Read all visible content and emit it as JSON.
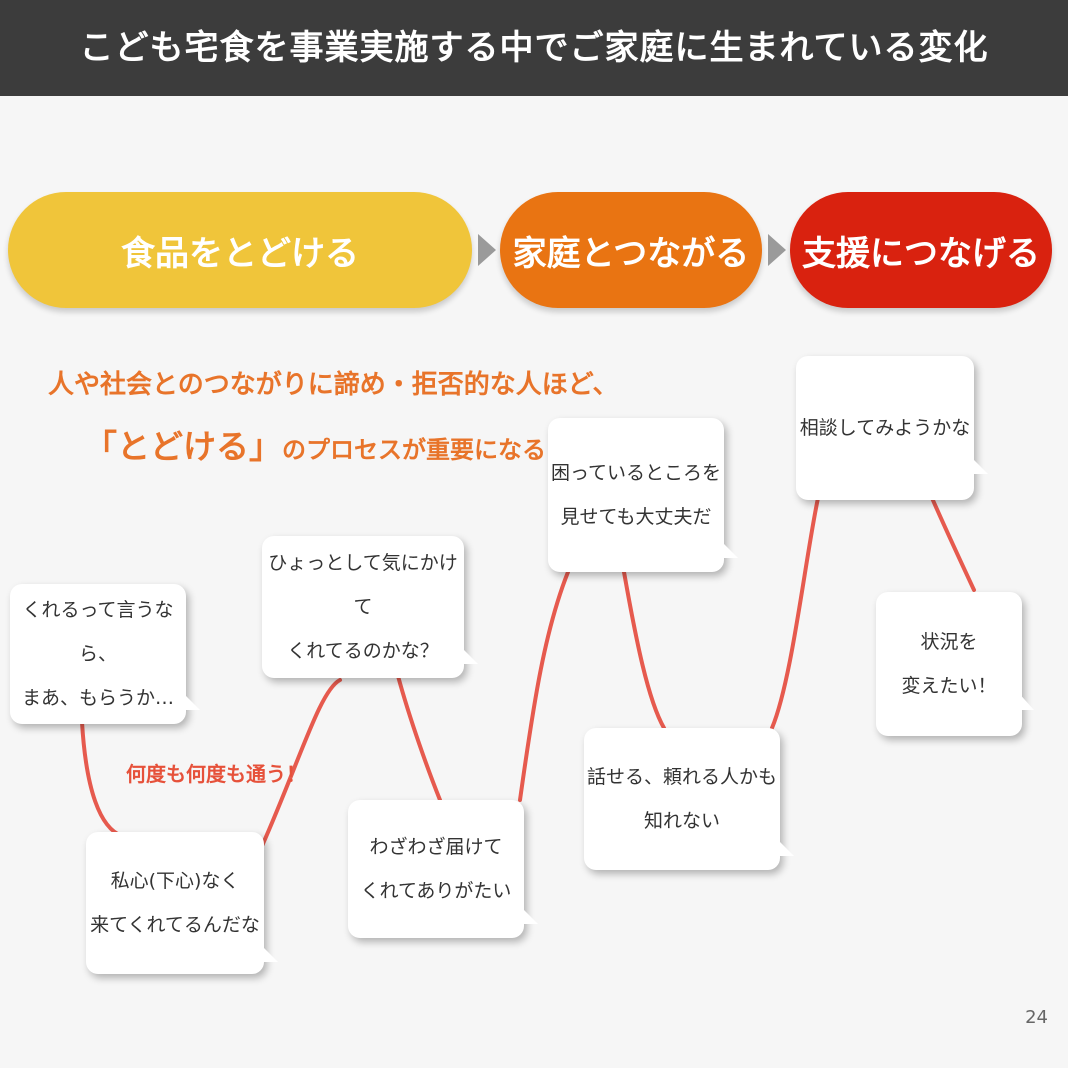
{
  "header": {
    "title": "こども宅食を事業実施する中でご家庭に生まれている変化"
  },
  "stages": [
    {
      "label": "食品をとどける",
      "color": "#f0c53a"
    },
    {
      "label": "家庭とつながる",
      "color": "#e97412"
    },
    {
      "label": "支援につなげる",
      "color": "#d9220f"
    }
  ],
  "lead": {
    "line1": "人や社会とのつながりに諦め・拒否的な人ほど、",
    "line2_strong": "「とどける」",
    "line2_rest": "のプロセスが重要になる"
  },
  "note": "何度も何度も通う！",
  "bubbles": [
    {
      "line1": "くれるって言うなら、",
      "line2": "まあ、もらうか…"
    },
    {
      "line1": "私心(下心)なく",
      "line2": "来てくれてるんだな"
    },
    {
      "line1": "ひょっとして気にかけて",
      "line2": "くれてるのかな？"
    },
    {
      "line1": "わざわざ届けて",
      "line2": "くれてありがたい"
    },
    {
      "line1": "困っているところを",
      "line2": "見せても大丈夫だ"
    },
    {
      "line1": "話せる、頼れる人かも",
      "line2": "知れない"
    },
    {
      "line1": "相談してみようかな",
      "line2": ""
    },
    {
      "line1": "状況を",
      "line2": "変えたい！"
    }
  ],
  "page_number": "24",
  "colors": {
    "wave": "#e65a4e",
    "text_accent": "#e8742a"
  }
}
